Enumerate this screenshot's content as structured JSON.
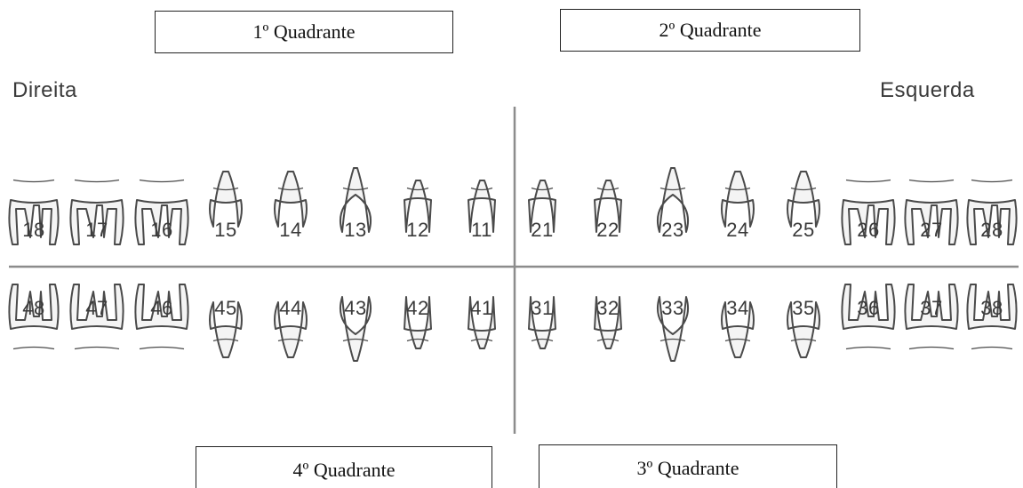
{
  "quadrants": {
    "q1": "1º Quadrante",
    "q2": "2º Quadrante",
    "q3": "3º Quadrante",
    "q4": "4º Quadrante"
  },
  "sides": {
    "right": "Direita",
    "left": "Esquerda"
  },
  "upper_teeth": [
    "18",
    "17",
    "16",
    "15",
    "14",
    "13",
    "12",
    "11",
    "21",
    "22",
    "23",
    "24",
    "25",
    "26",
    "27",
    "28"
  ],
  "lower_teeth": [
    "48",
    "47",
    "46",
    "45",
    "44",
    "43",
    "42",
    "41",
    "31",
    "32",
    "33",
    "34",
    "35",
    "36",
    "37",
    "38"
  ],
  "upper_types": [
    "molar",
    "molar",
    "molar",
    "premolar",
    "premolar",
    "canine",
    "incisor",
    "incisor",
    "incisor",
    "incisor",
    "canine",
    "premolar",
    "premolar",
    "molar",
    "molar",
    "molar"
  ],
  "lower_types": [
    "molar",
    "molar",
    "molar",
    "premolar",
    "premolar",
    "canine",
    "incisor",
    "incisor",
    "incisor",
    "incisor",
    "canine",
    "premolar",
    "premolar",
    "molar",
    "molar",
    "molar"
  ],
  "colors": {
    "line": "#8c8c8c",
    "tooth_stroke": "#4a4a4a",
    "tooth_fill": "#f4f4f4"
  }
}
